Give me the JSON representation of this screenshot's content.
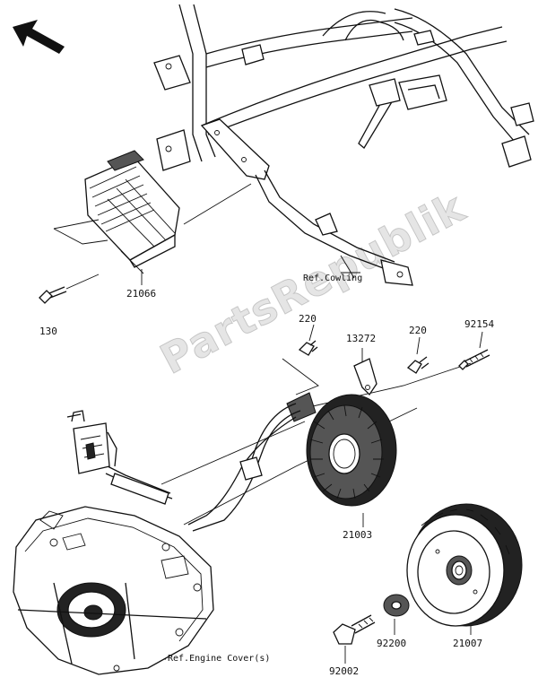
{
  "watermark": "PartsRepublik",
  "parts": {
    "p130": "130",
    "p21066": "21066",
    "p220a": "220",
    "p220b": "220",
    "p13272": "13272",
    "p92154": "92154",
    "p21003": "21003",
    "p92200": "92200",
    "p21007": "21007",
    "p92002": "92002"
  },
  "refs": {
    "cowling": "Ref.Cowling",
    "engine_cover": "Ref.Engine Cover(s)"
  },
  "icons": {
    "direction": "front-direction-arrow-icon"
  }
}
